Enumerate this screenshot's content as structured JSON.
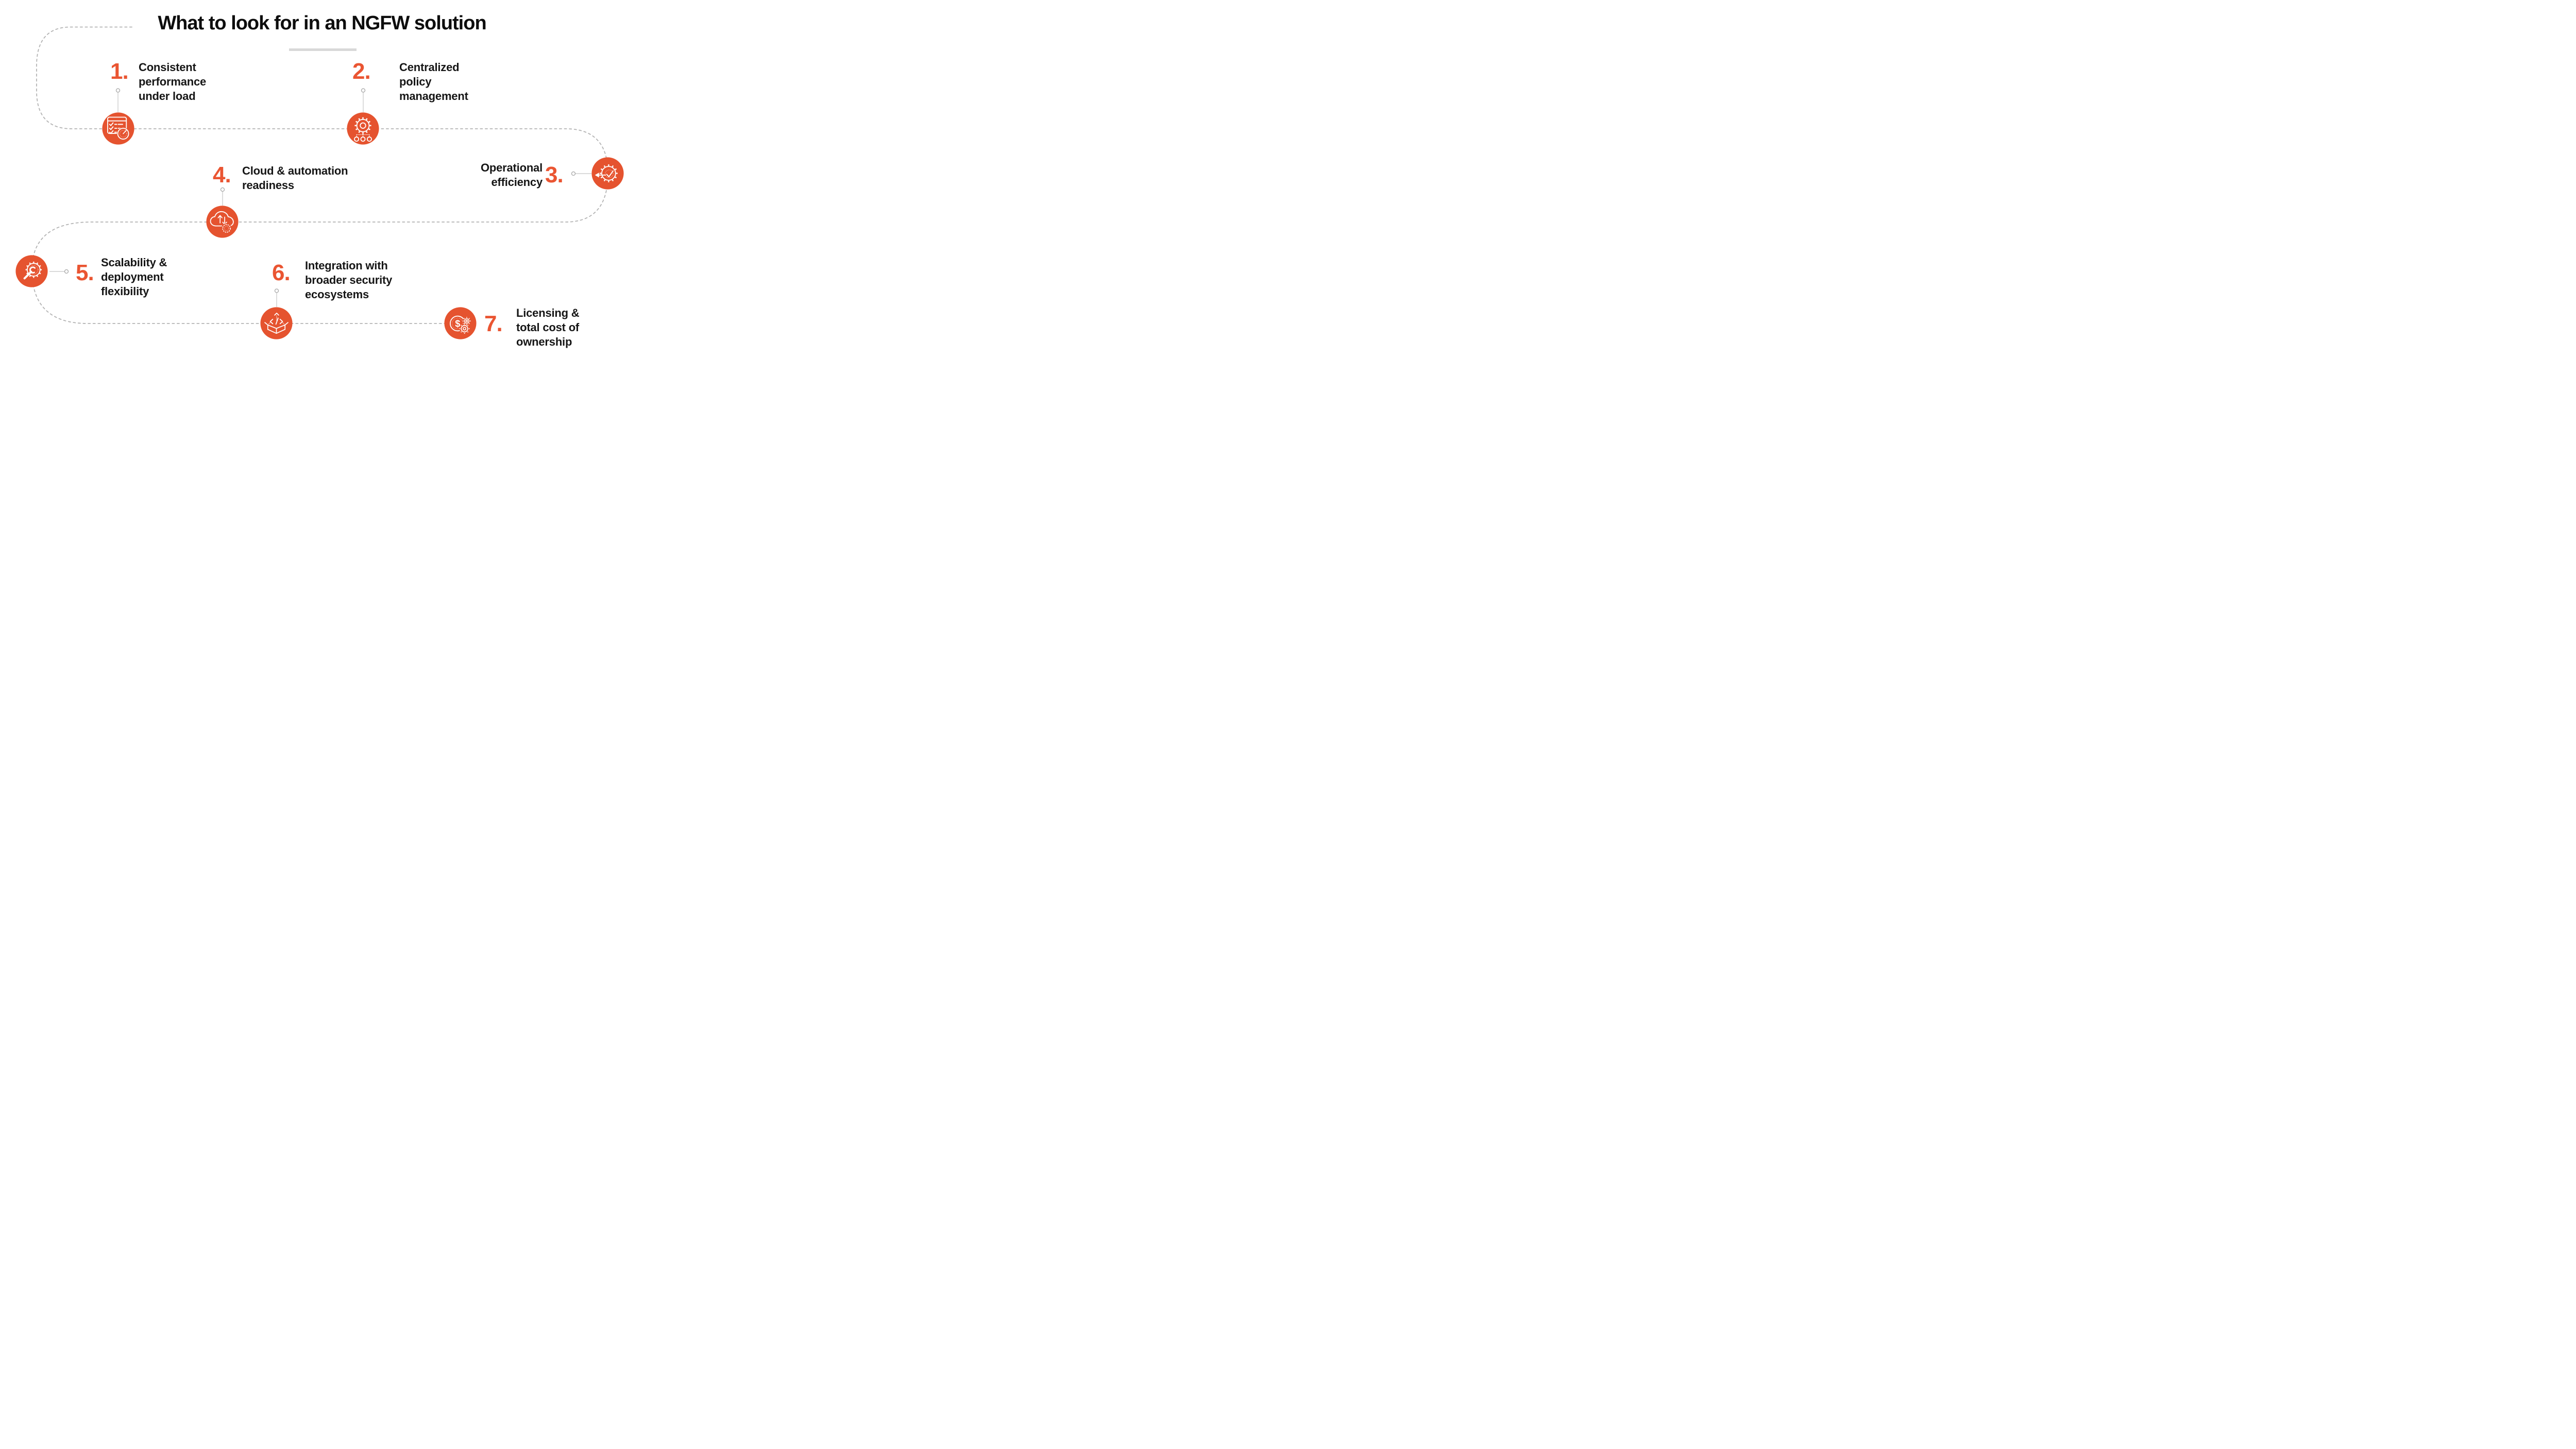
{
  "title": "What to look for in an NGFW solution",
  "colors": {
    "accent": "#ea5532",
    "icon_fill": "#e5532f",
    "dash_gray": "#b3b3b3",
    "connector_gray": "#c4c4c4",
    "underline_gray": "#d8d8d8",
    "text_black": "#161616"
  },
  "items": [
    {
      "number": "1.",
      "label": "Consistent\nperformance\nunder load",
      "icon": "checklist-gauge-icon"
    },
    {
      "number": "2.",
      "label": "Centralized\npolicy\nmanagement",
      "icon": "gear-hierarchy-icon"
    },
    {
      "number": "3.",
      "label": "Operational\nefficiency",
      "icon": "gear-check-arrow-icon"
    },
    {
      "number": "4.",
      "label": "Cloud & automation\nreadiness",
      "icon": "cloud-sync-gear-icon"
    },
    {
      "number": "5.",
      "label": "Scalability &\ndeployment\nflexibility",
      "icon": "wrench-gear-icon"
    },
    {
      "number": "6.",
      "label": "Integration with\nbroader security\necosystems",
      "icon": "code-box-icon"
    },
    {
      "number": "7.",
      "label": "Licensing &\ntotal cost of\nownership",
      "icon": "dollar-gears-icon"
    }
  ],
  "icon_glyphs": {
    "dollar": "$"
  }
}
